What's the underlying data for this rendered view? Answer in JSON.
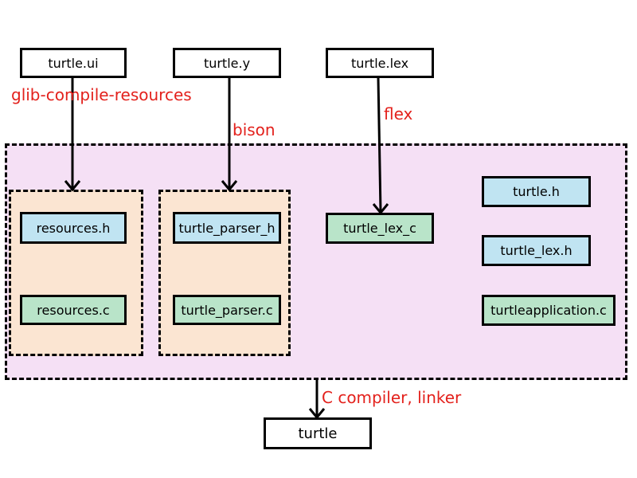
{
  "colors": {
    "label_red": "#e3211c",
    "build_region": "#f5e0f5",
    "group_fill": "#fbe5d2",
    "header_fill": "#c0e4f2",
    "c_source_fill": "#b9e4c9"
  },
  "inputs": {
    "ui": "turtle.ui",
    "y": "turtle.y",
    "lex": "turtle.lex"
  },
  "tools": {
    "resources": "glib-compile-resources",
    "bison": "bison",
    "flex": "flex",
    "compiler": "C compiler, linker"
  },
  "generated": {
    "resources_h": "resources.h",
    "resources_c": "resources.c",
    "parser_h": "turtle_parser_h",
    "parser_c": "turtle_parser.c",
    "lex_c": "turtle_lex_c"
  },
  "sources": {
    "turtle_h": "turtle.h",
    "turtle_lex_h": "turtle_lex.h",
    "app_c": "turtleapplication.c"
  },
  "output": {
    "binary": "turtle"
  }
}
